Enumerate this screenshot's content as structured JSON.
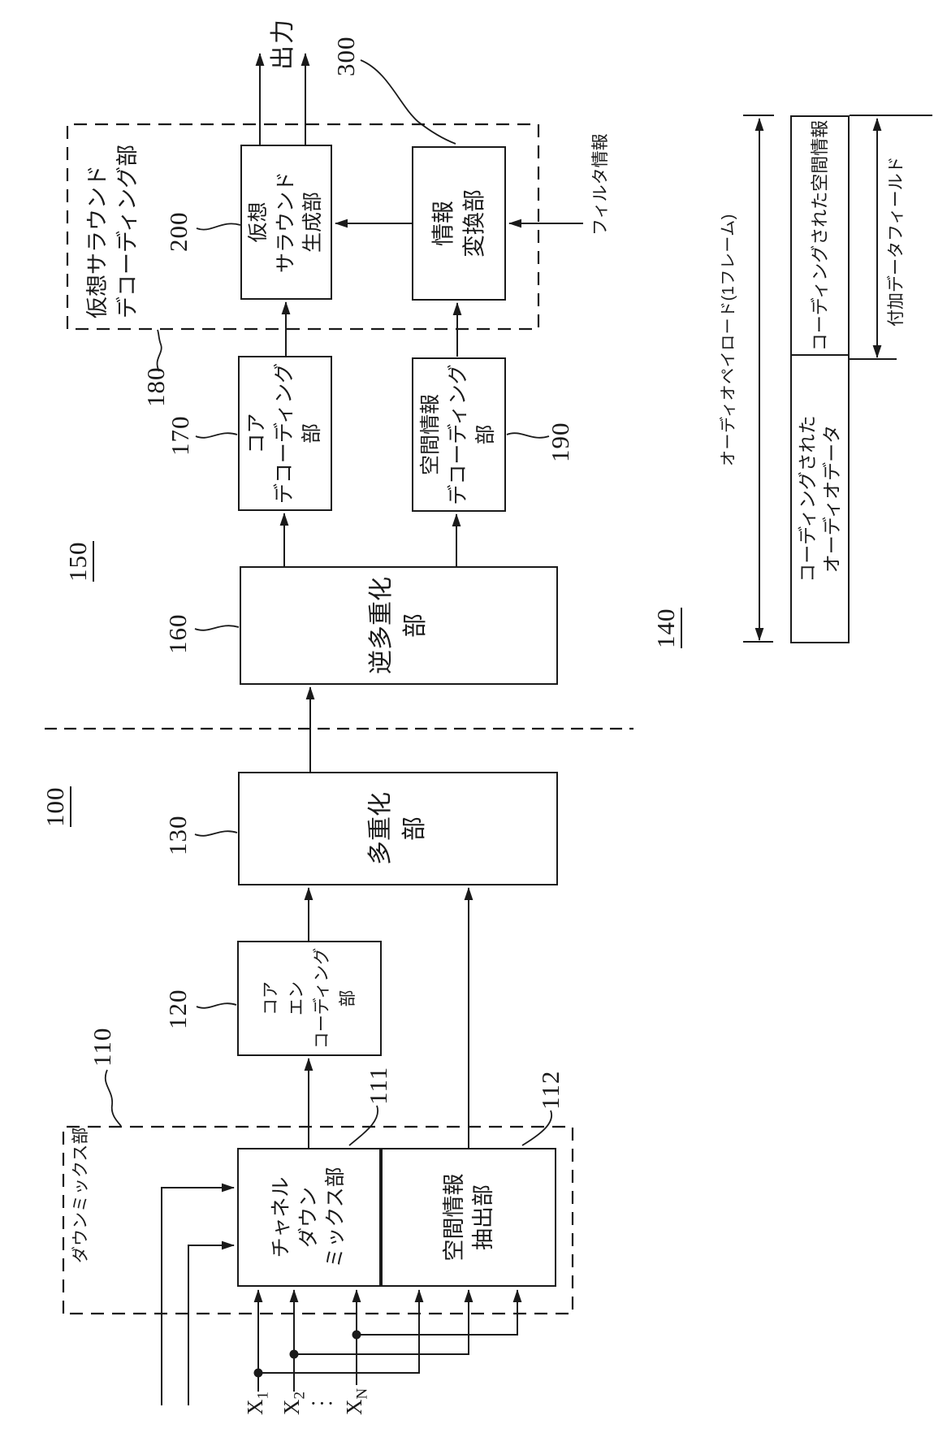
{
  "colors": {
    "ink": "#1a1a1a",
    "paper": "#ffffff"
  },
  "decoder": {
    "system_ref": "150",
    "output_label": "出力",
    "unit": {
      "ref": "180",
      "title": "仮想サラウンド\nデコーディング部"
    },
    "virtual_surround_generator": {
      "ref": "200",
      "label": "仮想\nサラウンド\n生成部"
    },
    "information_converter": {
      "ref": "300",
      "label": "情報\n変換部"
    },
    "core_decoder": {
      "ref": "170",
      "label": "コア\nデコーディング\n部"
    },
    "spatial_info_decoder": {
      "ref": "190",
      "label": "空間情報\nデコーディング\n部"
    },
    "demultiplexer": {
      "ref": "160",
      "label": "逆多重化\n部"
    },
    "filter_info_label": "フィルタ情報"
  },
  "encoder": {
    "system_ref": "100",
    "multiplexer": {
      "ref": "130",
      "label": "多重化\n部"
    },
    "core_encoder": {
      "ref": "120",
      "label": "コア\nエン\nコーディング\n部"
    },
    "downmix_unit": {
      "ref": "110",
      "title": "ダウンミックス部"
    },
    "channel_downmix": {
      "ref": "111",
      "label": "チャネル\nダウン\nミックス部"
    },
    "spatial_info_extractor": {
      "ref": "112",
      "label": "空間情報\n抽出部"
    },
    "inputs": [
      {
        "base": "X",
        "sub": "1"
      },
      {
        "base": "X",
        "sub": "2"
      },
      {
        "base": "X",
        "sub": "N"
      }
    ],
    "inputs_ellipsis": "···"
  },
  "bitstream": {
    "ref": "140",
    "payload_label": "オーディオペイロード(1フレーム)",
    "coded_audio_label": "コーディングされた\nオーディオデータ",
    "coded_spatial_label": "コーディングされた空間情報",
    "ancillary_field_label": "付加データフィールド"
  }
}
